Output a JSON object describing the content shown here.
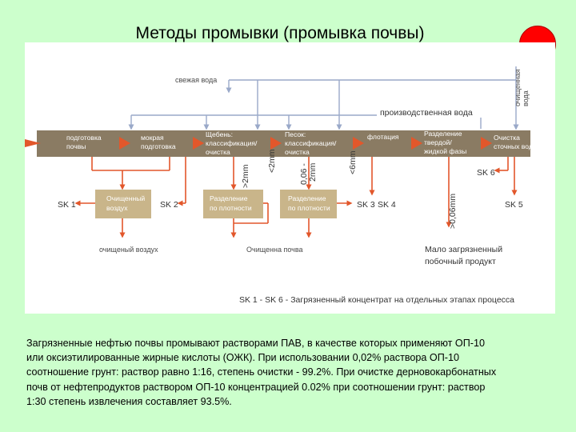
{
  "title": "Методы промывки (промывка почвы)",
  "record_indicator_color": "#ff0000",
  "diagram": {
    "fresh_water": "свежая вода",
    "process_water": "производственная вода",
    "cleaned_water": [
      "очищенная",
      "вода"
    ],
    "stages": [
      [
        "подготовка",
        "почвы"
      ],
      [
        "мокрая",
        "подготовка"
      ],
      [
        "Щебень:",
        "классификация/",
        "очистка"
      ],
      [
        "Песок:",
        "классификация/",
        "очистка"
      ],
      [
        "флотация"
      ],
      [
        "Разделение",
        "твердой/",
        "жидкой фазы"
      ],
      [
        "Очистка",
        "сточных вод"
      ]
    ],
    "sub_boxes": [
      [
        "Очищенный",
        "воздух"
      ],
      [
        "Разделение",
        "по плотности"
      ],
      [
        "Разделение",
        "по плотности"
      ]
    ],
    "size_labels": [
      ">2mm",
      "<2mm",
      "0,06 -",
      "2mm",
      "<6mm",
      ">0,06mm"
    ],
    "sk_labels": [
      "SK 1",
      "SK 2",
      "SK 3",
      "SK 4",
      "SK 5",
      "SK 6"
    ],
    "cleaned_air": "очищеный воздух",
    "cleaned_soil": "Очищенна почва",
    "byproduct": [
      "Мало загрязненный",
      "побочный продукт"
    ],
    "legend": "SK 1 - SK 6  - Загрязненный концентрат на отдельных этапах процесса"
  },
  "body_text": [
    "Загрязненные нефтью почвы  промывают растворами ПАВ, в качестве которых применяют ОП-10",
    "или оксиэтилированные жирные кислоты (ОЖК). При использовании 0,02% раствора ОП-10",
    "соотношение грунт: раствор  равно 1:16, степень очистки - 99.2%. При очистке дерновокарбонатных",
    "почв от нефтепродуктов раствором ОП-10 концентрацией 0.02% при соотношении грунт: раствор",
    "1:30 степень извлечения составляет 93.5%."
  ],
  "colors": {
    "background": "#ccffcc",
    "process_box": "#8a7b63",
    "sub_box": "#c9b58a",
    "orange_arrow": "#e2572b",
    "water_line": "#9aa9c9"
  }
}
